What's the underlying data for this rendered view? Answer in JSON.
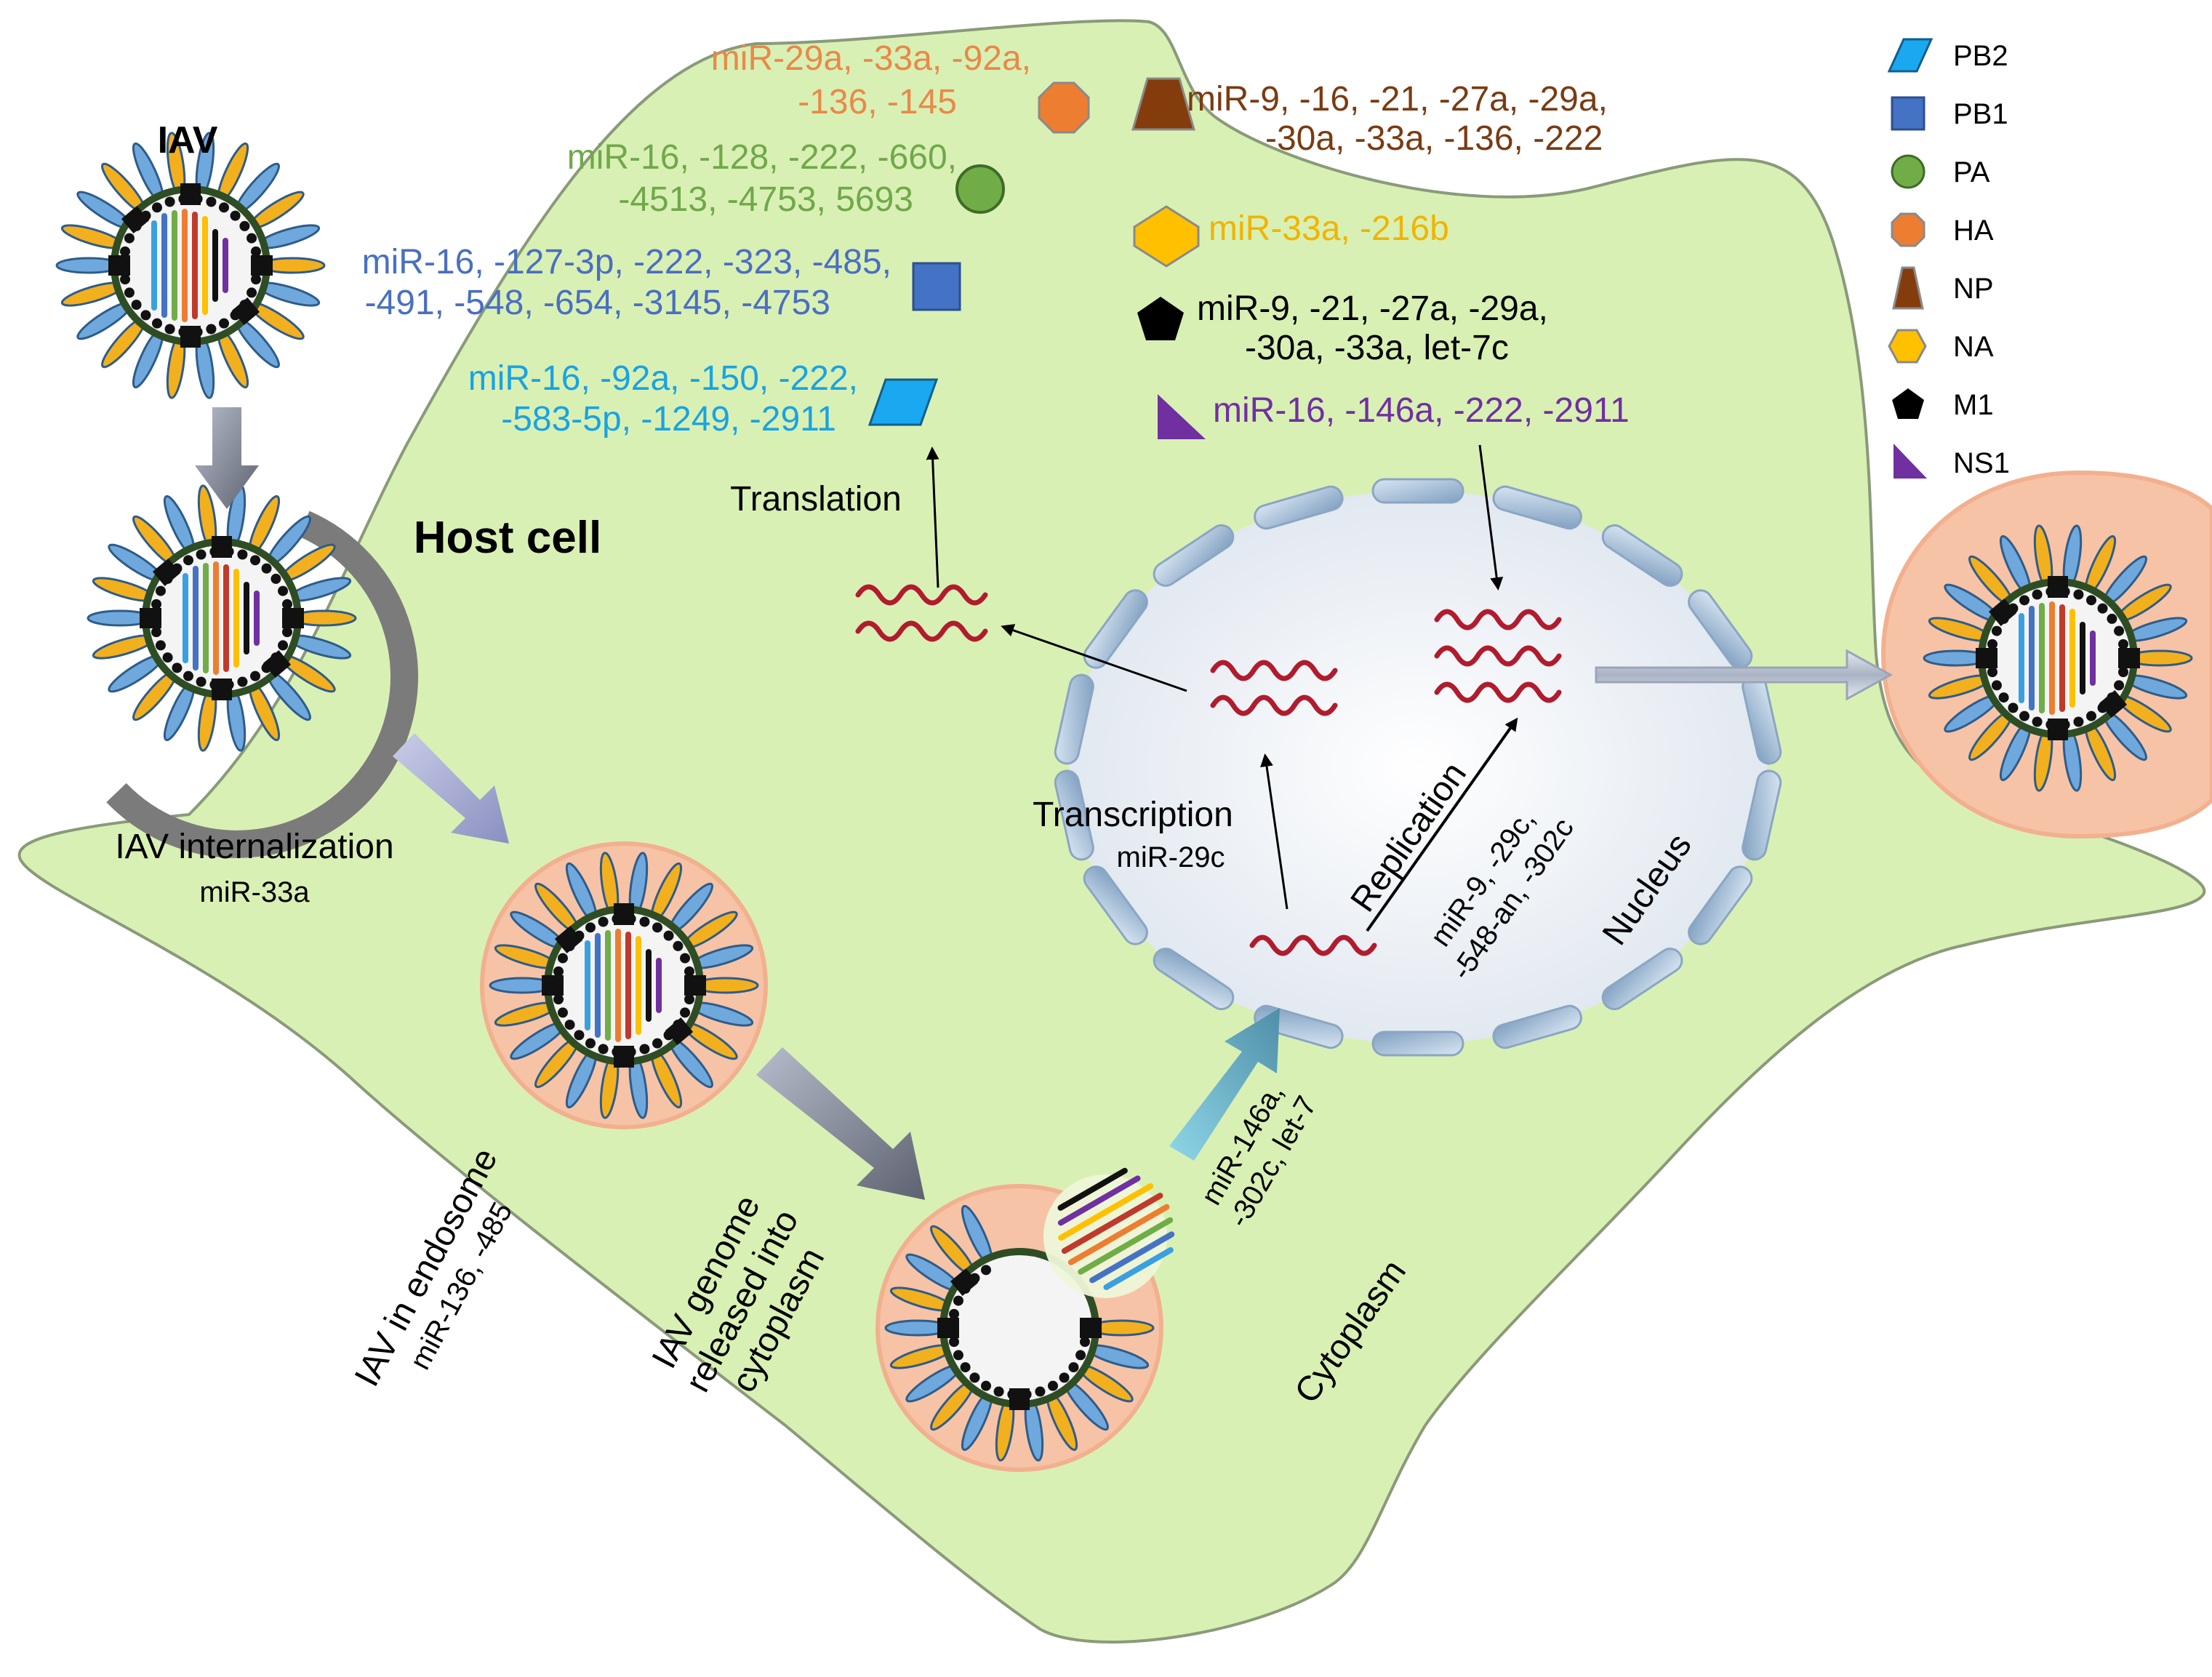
{
  "labels": {
    "iav": "IAV",
    "host_cell": "Host cell",
    "internalization": "IAV internalization",
    "internalization_mirna": "miR-33a",
    "endosome": "IAV in endosome",
    "endosome_mirna": "miR-136, -485",
    "genome_release_1": "IAV genome",
    "genome_release_2": "released into",
    "genome_release_3": "cytoplasm",
    "nuclear_import_1": "miR-146a,",
    "nuclear_import_2": "-302c, let-7",
    "transcription": "Transcription",
    "transcription_mirna": "miR-29c",
    "replication": "Replication",
    "replication_mirna_1": "miR-9, -29c,",
    "replication_mirna_2": "-548-an, -302c",
    "translation": "Translation",
    "nucleus": "Nucleus",
    "cytoplasm": "Cytoplasm"
  },
  "protein_mirnas": {
    "ha": {
      "line1": "miR-29a, -33a, -92a,",
      "line2": "-136, -145",
      "color": "#e8894a"
    },
    "pa": {
      "line1": "miR-16, -128, -222, -660,",
      "line2": "-4513, -4753, 5693",
      "color": "#70a84a"
    },
    "pb1": {
      "line1": "miR-16, -127-3p, -222, -323, -485,",
      "line2": "-491, -548, -654, -3145, -4753",
      "color": "#4a6fc1"
    },
    "pb2": {
      "line1": "miR-16, -92a, -150, -222,",
      "line2": "-583-5p, -1249, -2911",
      "color": "#1aa3e0"
    },
    "np": {
      "line1": "miR-9, -16, -21, -27a, -29a,",
      "line2": "-30a, -33a, -136, -222",
      "color": "#7a3b12"
    },
    "na": {
      "line1": "miR-33a, -216b",
      "color": "#f0b400"
    },
    "m1": {
      "line1": "miR-9, -21, -27a, -29a,",
      "line2": "-30a, -33a, let-7c",
      "color": "#000000"
    },
    "ns1": {
      "line1": "miR-16, -146a, -222, -2911",
      "color": "#7030a0"
    }
  },
  "legend": [
    {
      "shape": "parallelogram",
      "label": "PB2",
      "color": "#1aa8f0"
    },
    {
      "shape": "square",
      "label": "PB1",
      "color": "#4472c4"
    },
    {
      "shape": "circle",
      "label": "PA",
      "color": "#70ad47"
    },
    {
      "shape": "octagon",
      "label": "HA",
      "color": "#ed7d31"
    },
    {
      "shape": "trapezoid",
      "label": "NP",
      "color": "#843c0c"
    },
    {
      "shape": "hexagon",
      "label": "NA",
      "color": "#ffc000"
    },
    {
      "shape": "pentagon",
      "label": "M1",
      "color": "#000000"
    },
    {
      "shape": "triangle",
      "label": "NS1",
      "color": "#7030a0"
    }
  ],
  "colors": {
    "cell_fill": "#d9f0b4",
    "cell_stroke": "#8a9a7a",
    "endosome_fill": "#f6c3a6",
    "nucleus_fill": "#eef2f7",
    "rna": "#b01c2e"
  }
}
